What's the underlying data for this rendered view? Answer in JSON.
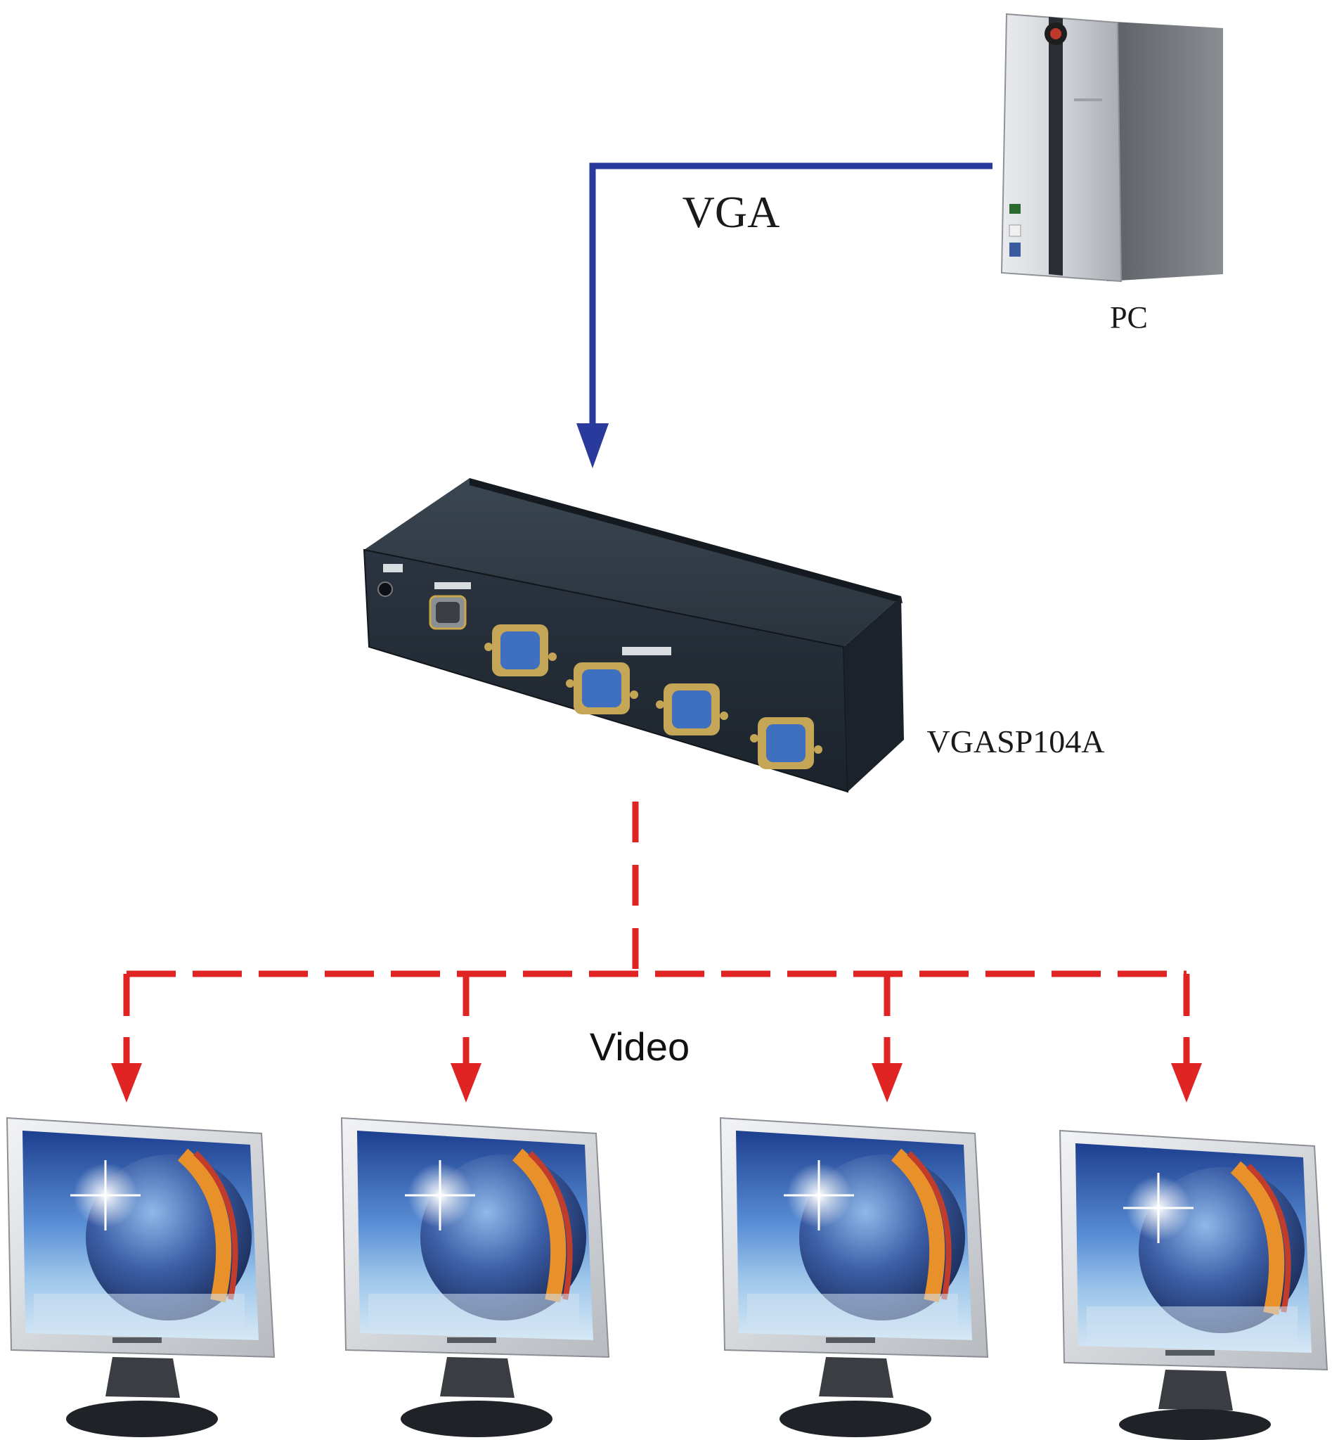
{
  "labels": {
    "pc": "PC",
    "vga": "VGA",
    "splitter": "VGASP104A",
    "video": "Video"
  },
  "colors": {
    "vga_cable": "#2a3a9c",
    "video_lines": "#e02424",
    "splitter_body": "#2f3a44",
    "port_blue": "#3f6fbf",
    "pc_case": "#c9ccd0"
  },
  "diagram": {
    "pc_icon": "desktop-tower-icon",
    "splitter_icon": "vga-splitter-icon",
    "monitor_icon": "lcd-monitor-icon",
    "monitor_count": 4,
    "splitter_port_count": 4
  }
}
